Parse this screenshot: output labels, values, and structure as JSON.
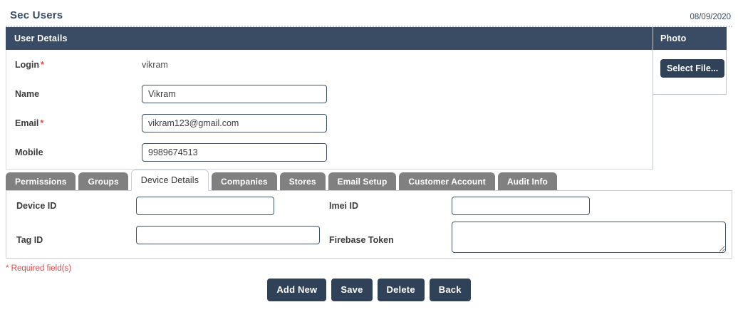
{
  "header": {
    "title": "Sec Users",
    "date": "08/09/2020"
  },
  "user_details": {
    "panel_title": "User Details",
    "fields": [
      {
        "label": "Login",
        "required": true,
        "type": "static",
        "value": "vikram"
      },
      {
        "label": "Name",
        "required": false,
        "type": "input",
        "value": "Vikram"
      },
      {
        "label": "Email",
        "required": true,
        "type": "input",
        "value": "vikram123@gmail.com"
      },
      {
        "label": "Mobile",
        "required": false,
        "type": "input",
        "value": "9989674513"
      }
    ]
  },
  "photo": {
    "panel_title": "Photo",
    "select_file_label": "Select File..."
  },
  "tabs": [
    {
      "label": "Permissions",
      "active": false
    },
    {
      "label": "Groups",
      "active": false
    },
    {
      "label": "Device Details",
      "active": true
    },
    {
      "label": "Companies",
      "active": false
    },
    {
      "label": "Stores",
      "active": false
    },
    {
      "label": "Email Setup",
      "active": false
    },
    {
      "label": "Customer Account",
      "active": false
    },
    {
      "label": "Audit Info",
      "active": false
    }
  ],
  "device_details": {
    "device_id": {
      "label": "Device ID",
      "value": ""
    },
    "imei_id": {
      "label": "Imei ID",
      "value": ""
    },
    "tag_id": {
      "label": "Tag ID",
      "value": ""
    },
    "firebase_token": {
      "label": "Firebase Token",
      "value": ""
    }
  },
  "footer": {
    "required_note": "* Required field(s)",
    "buttons": [
      {
        "label": "Add New"
      },
      {
        "label": "Save"
      },
      {
        "label": "Delete"
      },
      {
        "label": "Back"
      }
    ]
  },
  "colors": {
    "header_bar": "#3a4c63",
    "tab_inactive": "#808080",
    "button": "#2f4258",
    "required": "#e04a4a",
    "input_border": "#3e546b"
  }
}
